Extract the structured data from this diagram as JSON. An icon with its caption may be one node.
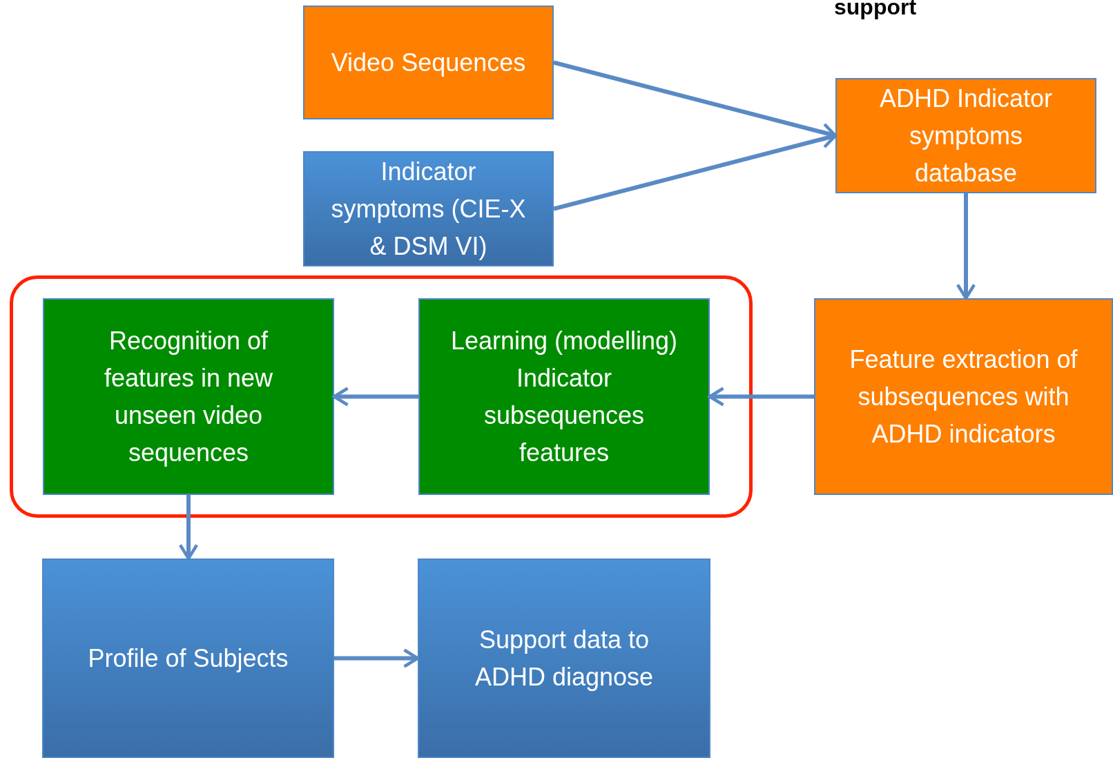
{
  "diagram": {
    "nodes": [
      {
        "text": [
          "Video Sequences"
        ]
      },
      {
        "text": [
          "Indicator symptoms (CIE-X & DSM VI)"
        ]
      },
      {
        "text": [
          "ADHD Indicator symptoms database"
        ]
      },
      {
        "text": [
          "Feature extraction of subsequences with ADHD indicators"
        ]
      },
      {
        "text": [],
        "shape": "box"
      },
      {
        "text": [
          "Recognition of features in new unseen video sequences"
        ],
        "in": 4
      },
      {
        "text": [
          "Learning (modelling) Indicator subsequences features"
        ],
        "in": 4
      },
      {
        "text": [
          "Profile of Subjects"
        ]
      },
      {
        "text": [
          "Support data to ADHD diagnose"
        ]
      }
    ],
    "edges": [
      {
        "from": 0,
        "to": 2,
        "arrow": "to"
      },
      {
        "from": 1,
        "to": 2,
        "arrow": "to"
      },
      {
        "from": 2,
        "to": 3,
        "arrow": "to"
      },
      {
        "from": 3,
        "to": 6,
        "arrow": "to"
      },
      {
        "from": 6,
        "to": 5,
        "arrow": "to"
      },
      {
        "from": 5,
        "to": 7,
        "arrow": "to"
      },
      {
        "from": 7,
        "to": 8,
        "arrow": "to"
      }
    ],
    "labels": [
      "support"
    ]
  }
}
